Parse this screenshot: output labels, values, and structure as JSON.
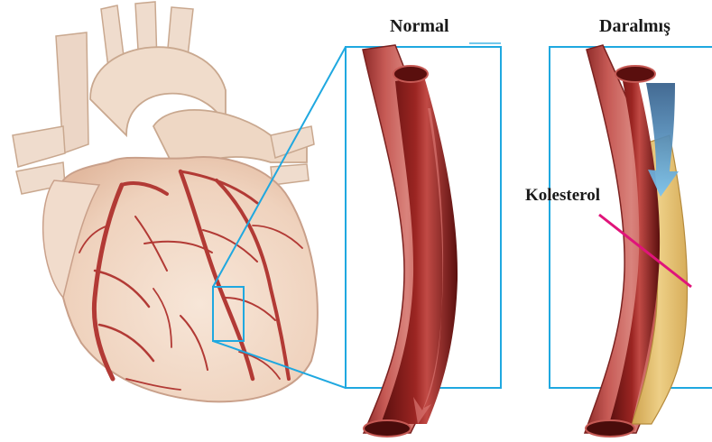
{
  "labels": {
    "normal": "Normal",
    "narrowed": "Daralmış",
    "cholesterol": "Kolesterol"
  },
  "colors": {
    "frame": "#1fa8e0",
    "pointer": "#e0147a",
    "heart_fill": "#f2d9c7",
    "artery_wall": "#b9413f",
    "artery_inner": "#7a1614",
    "plaque": "#e3c172",
    "flow_arrow": "#6fb8e8"
  }
}
